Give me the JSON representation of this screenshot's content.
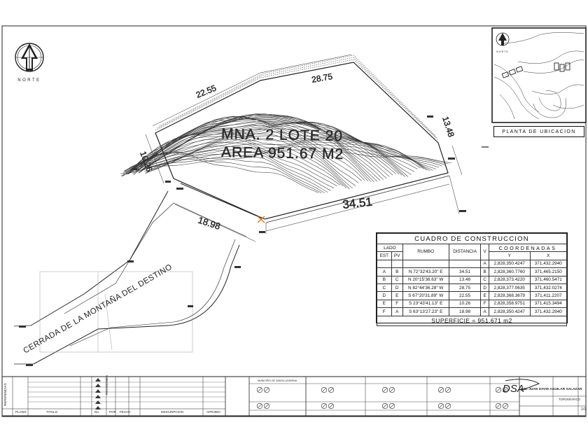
{
  "north": {
    "label": "NORTE",
    "inset_label": "NORTE"
  },
  "lot": {
    "title": "MNA. 2   LOTE  20",
    "area": "AREA  951.67 M2",
    "dims": {
      "top_left": "22.55",
      "top_right": "28.75",
      "right": "13.48",
      "bottom": "34.51",
      "left": "10.26",
      "street": "18.98"
    }
  },
  "street_name": "CERRADA DE LA MONTAÑA DEL DESTINO",
  "location_plan": {
    "label": "PLANTA DE UBICACION"
  },
  "construction_table": {
    "title": "CUADRO  DE  CONSTRUCCION",
    "headers": {
      "lado": "LADO",
      "est": "EST",
      "pv": "PV",
      "rumbo": "RUMBO",
      "distancia": "DISTANCIA",
      "v": "V",
      "coordenadas": "COORDENADAS",
      "y": "Y",
      "x": "X"
    },
    "first_row": {
      "v": "A",
      "y": "2,828,350.4247",
      "x": "371,432.2940"
    },
    "rows": [
      {
        "est": "A",
        "pv": "B",
        "rumbo": "N  72°32'43.20\"  E",
        "distancia": "34.51",
        "v": "B",
        "y": "2,828,360.7760",
        "x": "371,465.2150"
      },
      {
        "est": "B",
        "pv": "C",
        "rumbo": "N  20°15'36.63\"  W",
        "distancia": "13.48",
        "v": "C",
        "y": "2,828,373.4220",
        "x": "371,460.5471"
      },
      {
        "est": "C",
        "pv": "D",
        "rumbo": "N  82°44'36.28\"  W",
        "distancia": "28.75",
        "v": "D",
        "y": "2,828,377.0635",
        "x": "371,432.0274"
      },
      {
        "est": "D",
        "pv": "E",
        "rumbo": "S  67°20'31.89\"  W",
        "distancia": "22.55",
        "v": "E",
        "y": "2,828,368.3679",
        "x": "371,411.2207"
      },
      {
        "est": "E",
        "pv": "F",
        "rumbo": "S  23°43'41.13\"  E",
        "distancia": "10.26",
        "v": "F",
        "y": "2,828,358.9751",
        "x": "371,415.3494"
      },
      {
        "est": "F",
        "pv": "A",
        "rumbo": "S  63°13'27.23\"  E",
        "distancia": "18.98",
        "v": "A",
        "y": "2,828,350.4247",
        "x": "371,432.2940"
      }
    ],
    "superficie": "SUPERFICIE  =  951.671  m2"
  },
  "title_block": {
    "referencias": "REFERENCIAS",
    "plano": "PLANO",
    "titulo": "TITULO",
    "no": "No.",
    "por": "POR",
    "fecha": "FECHA",
    "descripcion": "DESCRIPCION",
    "aprobo": "APROBO",
    "revisiones": "REVISIONES",
    "municipio": "MUNICIPIO DE SANTA CATARINA",
    "logo_text": "DSA",
    "responsable": "ING. JUAN DAVID AGUILAR SALAZAR",
    "tipo": "TOPOGRAFICO",
    "sheet_no": "1/1"
  },
  "colors": {
    "line": "#222222",
    "contour": "#333333",
    "marker": "#e07010"
  }
}
